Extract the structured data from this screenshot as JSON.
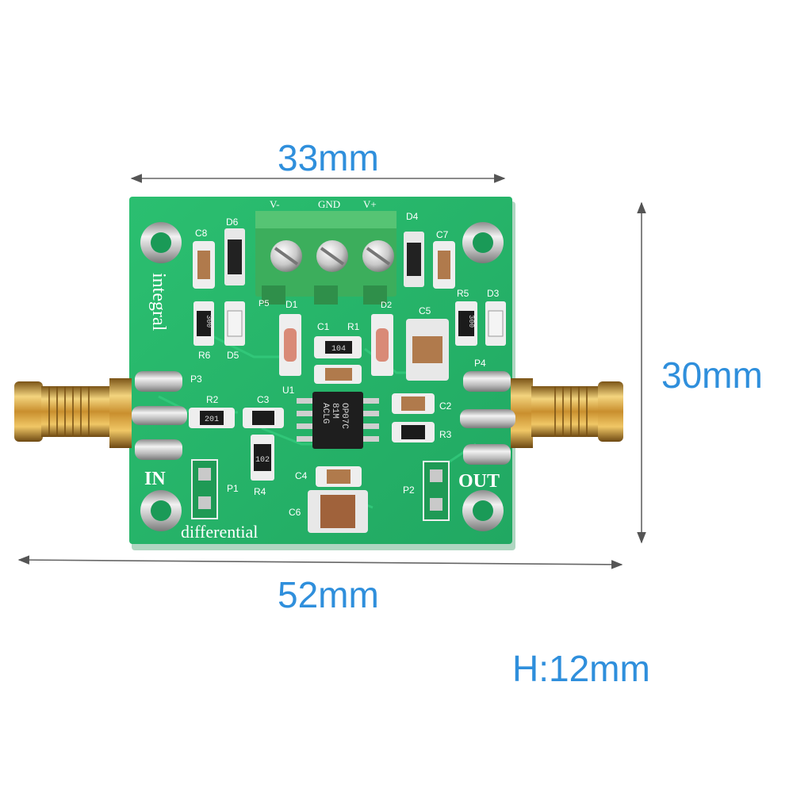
{
  "dimensions": {
    "width_top": "33mm",
    "height_right": "30mm",
    "width_bottom": "52mm",
    "height": "H:12mm"
  },
  "board": {
    "title_top": "integral",
    "title_bottom": "differential",
    "terminal_labels": [
      "V-",
      "GND",
      "V+"
    ],
    "port_in": "IN",
    "port_out": "OUT",
    "designators": {
      "d6": "D6",
      "d4": "D4",
      "c8": "C8",
      "c7": "C7",
      "r6": "R6",
      "d5": "D5",
      "r5": "R5",
      "d3": "D3",
      "p5": "P5",
      "d1": "D1",
      "d2": "D2",
      "c1": "C1",
      "r1": "R1",
      "c5": "C5",
      "p3": "P3",
      "p4": "P4",
      "r2": "R2",
      "c3": "C3",
      "u1": "U1",
      "c2": "C2",
      "r3": "R3",
      "r4": "R4",
      "c4": "C4",
      "c6": "C6",
      "p1": "P1",
      "p2": "P2"
    },
    "resistor_codes": {
      "r6": "300",
      "r5": "300",
      "r1": "104",
      "r2": "201",
      "r4": "102"
    },
    "ic_marking": [
      "OP07C",
      "81M",
      "ACLG"
    ]
  },
  "colors": {
    "dimension_text": "#2f8fdc",
    "pcb": "#27b76a",
    "terminal_block": "#3cae5c",
    "connector_gold": "#d9a84a"
  }
}
